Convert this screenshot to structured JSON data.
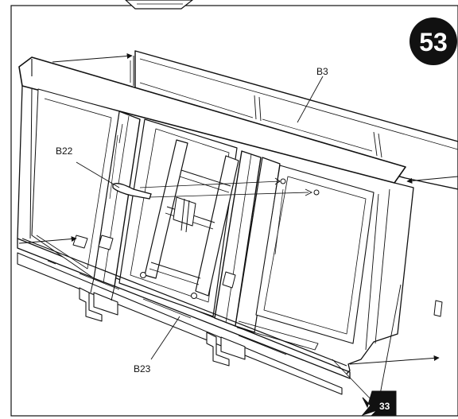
{
  "step": {
    "number": "53"
  },
  "parts": {
    "b3": "B3",
    "b22": "B22",
    "b23": "B23"
  },
  "reference": {
    "step_ref": "33"
  },
  "colors": {
    "ink": "#111111",
    "badge": "#111111",
    "paper": "#ffffff"
  }
}
